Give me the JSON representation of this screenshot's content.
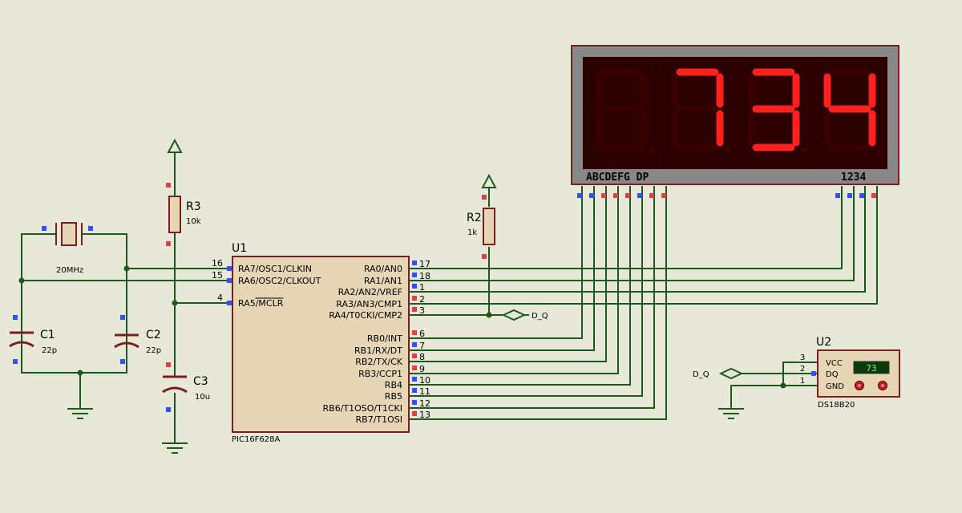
{
  "components": {
    "r3": {
      "ref": "R3",
      "value": "10k"
    },
    "r2": {
      "ref": "R2",
      "value": "1k"
    },
    "c1": {
      "ref": "C1",
      "value": "22p"
    },
    "c2": {
      "ref": "C2",
      "value": "22p"
    },
    "c3": {
      "ref": "C3",
      "value": "10u"
    },
    "crystal": {
      "value": "20MHz"
    },
    "u1": {
      "ref": "U1",
      "part": "PIC16F628A",
      "left_pins": [
        {
          "num": "16",
          "name": "RA7/OSC1/CLKIN"
        },
        {
          "num": "15",
          "name": "RA6/OSC2/CLKOUT"
        },
        {
          "num": "4",
          "name": "RA5/MCLR"
        }
      ],
      "right_pins": [
        {
          "num": "17",
          "name": "RA0/AN0"
        },
        {
          "num": "18",
          "name": "RA1/AN1"
        },
        {
          "num": "1",
          "name": "RA2/AN2/VREF"
        },
        {
          "num": "2",
          "name": "RA3/AN3/CMP1"
        },
        {
          "num": "3",
          "name": "RA4/T0CKI/CMP2"
        },
        {
          "num": "6",
          "name": "RB0/INT"
        },
        {
          "num": "7",
          "name": "RB1/RX/DT"
        },
        {
          "num": "8",
          "name": "RB2/TX/CK"
        },
        {
          "num": "9",
          "name": "RB3/CCP1"
        },
        {
          "num": "10",
          "name": "RB4"
        },
        {
          "num": "11",
          "name": "RB5"
        },
        {
          "num": "12",
          "name": "RB6/T1OSO/T1CKI"
        },
        {
          "num": "13",
          "name": "RB7/T1OSI"
        }
      ]
    },
    "u2": {
      "ref": "U2",
      "part": "DS18B20",
      "pins": [
        {
          "num": "3",
          "name": "VCC"
        },
        {
          "num": "2",
          "name": "DQ"
        },
        {
          "num": "1",
          "name": "GND"
        }
      ],
      "readout": "73"
    },
    "display": {
      "segment_label": "ABCDEFG DP",
      "digit_label": "1234",
      "digits": [
        "",
        "7",
        "3",
        "4"
      ]
    }
  },
  "nets": {
    "dq_left": "D_Q",
    "dq_right": "D_Q"
  },
  "colors": {
    "wire": "#1e5a1e",
    "component": "#7a1f1f",
    "component_fill": "#e6d6b6",
    "pin_red": "#e04040",
    "pin_blue": "#3050ff",
    "segment_on": "#ff2020",
    "segment_off": "#3a0000",
    "display_bg": "#2a0000",
    "display_frame": "#888888"
  }
}
